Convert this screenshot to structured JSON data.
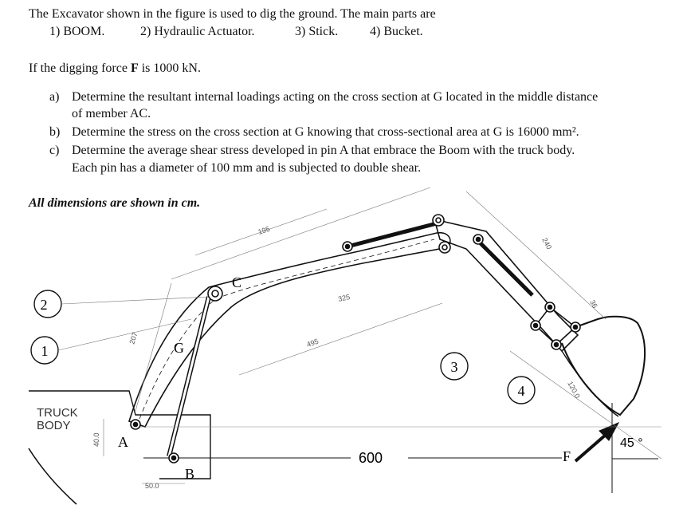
{
  "intro": {
    "line1": "The Excavator shown in the figure is used to dig the ground. The main parts are",
    "parts": [
      "1) BOOM.",
      "2) Hydraulic Actuator.",
      "3) Stick.",
      "4) Bucket."
    ]
  },
  "force": {
    "pre": "If the digging force ",
    "symbol": "F",
    "post": " is 1000 kN."
  },
  "questions": {
    "a_label": "a)",
    "a_line1": "Determine the resultant internal loadings acting on the cross section at G located in the middle distance",
    "a_line2": "of member AC.",
    "b_label": "b)",
    "b_line1": "Determine the stress on the cross section at G knowing that cross-sectional area at G is 16000 mm².",
    "c_label": "c)",
    "c_line1": "Determine the average shear stress developed in pin A that embrace the Boom with the truck body.",
    "c_line2": "Each pin has a diameter of 100 mm and is subjected to double shear."
  },
  "dims_note": "All dimensions are shown in cm.",
  "figure": {
    "labels": {
      "C": "C",
      "G": "G",
      "A": "A",
      "B": "B",
      "F": "F",
      "n1": "1",
      "n2": "2",
      "n3": "3",
      "n4": "4",
      "truck": "TRUCK",
      "body": "BODY",
      "horiz": "600",
      "angle": "45 °"
    },
    "dims": {
      "d195": "195",
      "d325": "325",
      "d495": "495",
      "d207": "207",
      "d40": "40.0",
      "d50": "50.0",
      "d120": "120.0",
      "d36": "36",
      "d240": "240"
    }
  }
}
